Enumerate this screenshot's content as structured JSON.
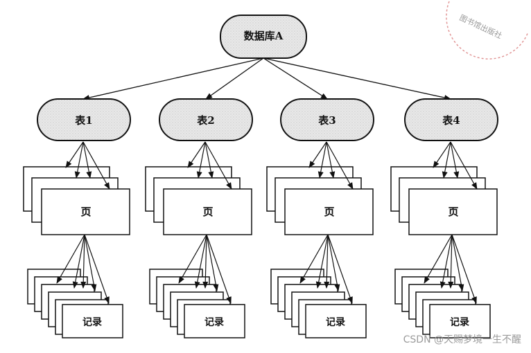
{
  "database": {
    "label": "数据库A"
  },
  "tables": [
    {
      "label": "表1",
      "page_label": "页",
      "record_label": "记录"
    },
    {
      "label": "表2",
      "page_label": "页",
      "record_label": "记录"
    },
    {
      "label": "表3",
      "page_label": "页",
      "record_label": "记录"
    },
    {
      "label": "表4",
      "page_label": "页",
      "record_label": "记录"
    }
  ],
  "watermark": "CSDN @天赐梦境一生不醒",
  "stamp_text": "图书馆出版社",
  "colors": {
    "node_fill": "#e6e6e6",
    "stroke": "#111111",
    "background": "#ffffff"
  }
}
